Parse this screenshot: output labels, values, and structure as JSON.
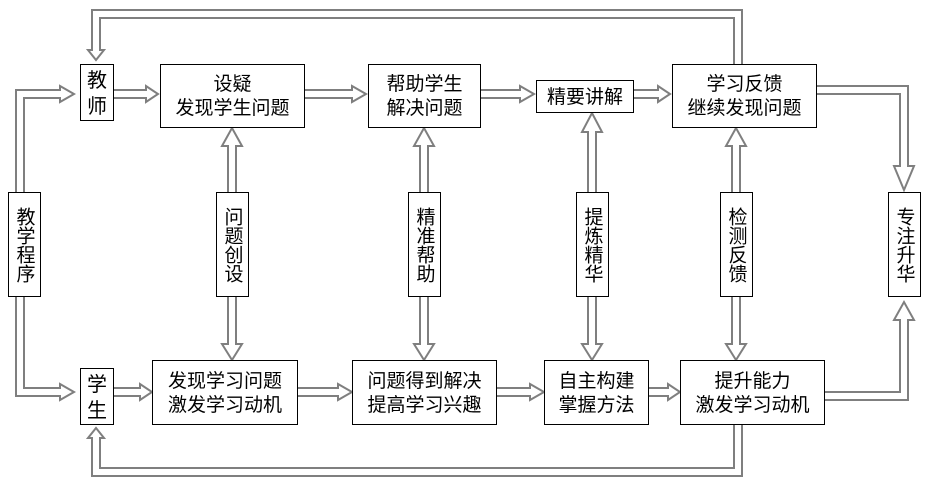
{
  "title": "教学程序流程图",
  "colors": {
    "arrow": "#7f7f7f",
    "box_border": "#000000",
    "text": "#000000"
  },
  "top_row": {
    "teacher": {
      "label": "教师"
    },
    "box1": {
      "lines": [
        "设疑",
        "发现学生问题"
      ]
    },
    "box2": {
      "lines": [
        "帮助学生",
        "解决问题"
      ]
    },
    "box3": {
      "lines": [
        "精要讲解"
      ]
    },
    "box4": {
      "lines": [
        "学习反馈",
        "继续发现问题"
      ]
    }
  },
  "middle_row": {
    "procedure": {
      "label": "教学程序"
    },
    "link1": {
      "label": "问题创设"
    },
    "link2": {
      "label": "精准帮助"
    },
    "link3": {
      "label": "提炼精华"
    },
    "link4": {
      "label": "检测反馈"
    },
    "result": {
      "label": "专注升华"
    }
  },
  "bottom_row": {
    "student": {
      "label": "学生"
    },
    "box1": {
      "lines": [
        "发现学习问题",
        "激发学习动机"
      ]
    },
    "box2": {
      "lines": [
        "问题得到解决",
        "提高学习兴趣"
      ]
    },
    "box3": {
      "lines": [
        "自主构建",
        "掌握方法"
      ]
    },
    "box4": {
      "lines": [
        "提升能力",
        "激发学习动机"
      ]
    }
  }
}
